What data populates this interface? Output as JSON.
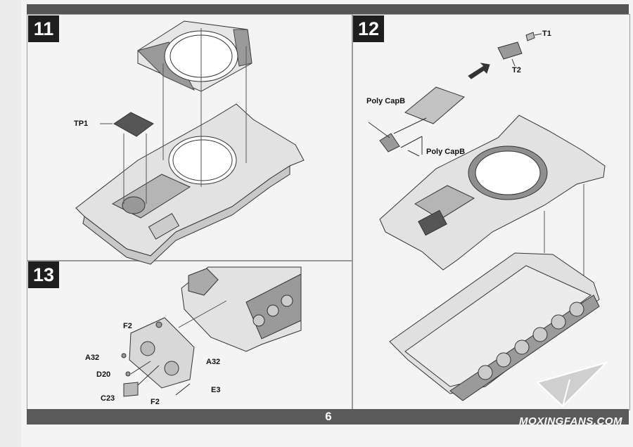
{
  "page": {
    "number": "6",
    "watermark": "MOXINGFANS.COM"
  },
  "steps": [
    {
      "number": "11",
      "labels": {
        "tp1": "TP1"
      }
    },
    {
      "number": "12",
      "labels": {
        "t1": "T1",
        "t2": "T2",
        "poly_a": "Poly CapB",
        "poly_b": "Poly CapB"
      }
    },
    {
      "number": "13",
      "labels": {
        "f2_top": "F2",
        "a32_left": "A32",
        "d20": "D20",
        "c23": "C23",
        "f2_bottom": "F2",
        "a32_right": "A32",
        "e3": "E3"
      }
    }
  ]
}
